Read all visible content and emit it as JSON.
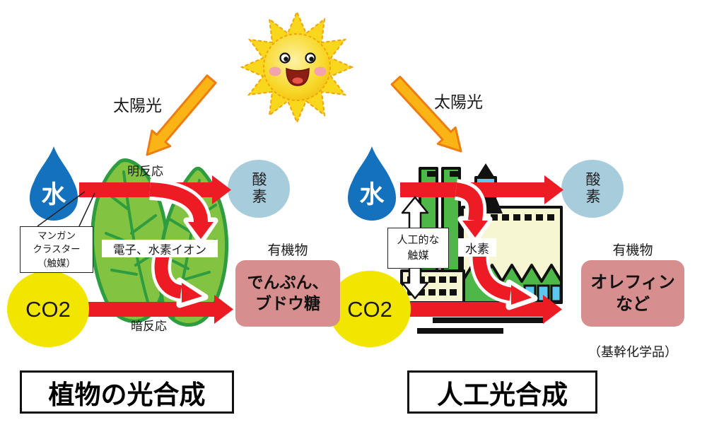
{
  "colors": {
    "red_arrow": "#ED1C24",
    "orange_arrow_fill": "#FBB415",
    "orange_arrow_stroke": "#ED7D11",
    "water_drop": "#1371BD",
    "oxygen_ellipse": "#A7CCDC",
    "co2_circle": "#F2E500",
    "product_box": "#D78E8E",
    "leaf_fill": "#82C341",
    "leaf_stroke": "#2E9C3F",
    "factory_green": "#4DB848",
    "factory_wall": "#F6F6D3",
    "tank_blue": "#5BC8F0",
    "sun_ray": "#F9D71C",
    "sun_outline": "#F0A50A"
  },
  "left_panel": {
    "sunlight": "太陽光",
    "water": "水",
    "light_reaction": "明反応",
    "oxygen": "酸素",
    "catalyst_line1": "マンガン",
    "catalyst_line2": "クラスター",
    "catalyst_line3": "（触媒）",
    "intermediate": "電子、水素イオン",
    "co2": "CO2",
    "dark_reaction": "暗反応",
    "organic": "有機物",
    "product_line1": "でんぷん、",
    "product_line2": "ブドウ糖",
    "title": "植物の光合成"
  },
  "right_panel": {
    "sunlight": "太陽光",
    "water": "水",
    "oxygen": "酸素",
    "catalyst_line1": "人工的な",
    "catalyst_line2": "触媒",
    "hydrogen": "水素",
    "co2": "CO2",
    "organic": "有機物",
    "product_line1": "オレフィン",
    "product_line2": "など",
    "product_note": "（基幹化学品）",
    "title": "人工光合成"
  }
}
